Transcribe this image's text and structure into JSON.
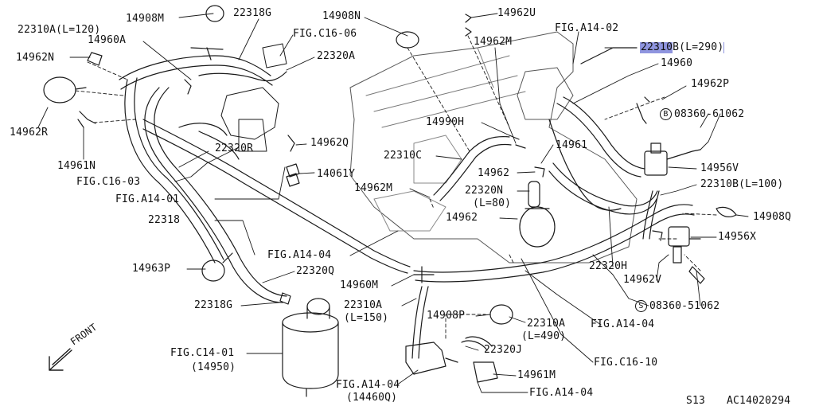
{
  "colors": {
    "line": "#1a1a1a",
    "highlight": "#8f95df",
    "background": "#ffffff"
  },
  "icons": {
    "front": "front-arrow-icon",
    "bolt_b": "circled-b-icon",
    "bolt_s": "circled-s-icon"
  },
  "labels": {
    "l01": "22310A(L=120)",
    "l02": "14908M",
    "l03": "22318G",
    "l04": "14908N",
    "l05": "14962U",
    "l06": "14960A",
    "l07": "FIG.C16-06",
    "l08": "14962M",
    "l09": "FIG.A14-02",
    "l10": "14962N",
    "l11": "22320A",
    "l12_hl": "22310",
    "l12_rest": "B(L=290)",
    "l13": "14960",
    "l14": "14962P",
    "l15": "08360-61062",
    "l16": "14962R",
    "l17": "14990H",
    "l18": "14962Q",
    "l19": "14961",
    "l20": "14961N",
    "l21": "22320R",
    "l22": "22310C",
    "l23": "14956V",
    "l24": "FIG.C16-03",
    "l25": "14061Y",
    "l26": "14962",
    "l27": "FIG.A14-01",
    "l28": "14962M",
    "l29": "22320N",
    "l30": "22310B(L=100)",
    "l31": "(L=80)",
    "l32": "22318",
    "l33": "14962",
    "l34": "14908Q",
    "l35": "14956X",
    "l36": "FIG.A14-04",
    "l37": "14963P",
    "l38": "22320Q",
    "l39": "22320H",
    "l40": "14960M",
    "l41": "14962V",
    "l42": "22318G",
    "l43": "22310A",
    "l44": "08360-51062",
    "l45": "(L=150)",
    "l46": "14908P",
    "l47": "22310A",
    "l48": "FIG.A14-04",
    "l49": "(L=490)",
    "l50": "FIG.C14-01",
    "l51": "22320J",
    "l52": "(14950)",
    "l53": "FIG.C16-10",
    "l54": "14961M",
    "l55": "FIG.A14-04",
    "l56": "FIG.A14-04",
    "l57": "(14460Q)",
    "l58": "S13",
    "l59": "AC14020294",
    "bolt_b": "B",
    "bolt_s": "S",
    "front": "FRONT"
  }
}
